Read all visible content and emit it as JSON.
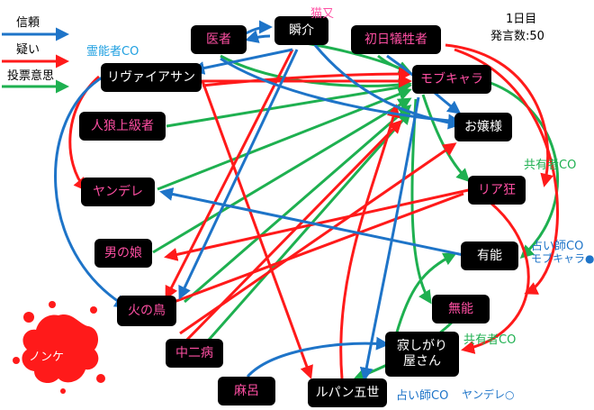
{
  "colors": {
    "trust": "#1e74c8",
    "doubt": "#ff1a1a",
    "vote": "#1eb050",
    "pink": "#ff4fa3",
    "white": "#ffffff",
    "splat": "#ff1a1a"
  },
  "legend": {
    "trust": "信頼",
    "doubt": "疑い",
    "vote": "投票意思"
  },
  "info": {
    "day": "1日目",
    "posts": "発言数:50"
  },
  "dead": {
    "label": "ノンケ"
  },
  "nodes": {
    "isha": "医者",
    "shunsuke": "瞬介",
    "shonichi": "初日犠牲者",
    "rivaiasan": "リヴァイアサン",
    "mobu": "モブキャラ",
    "jinro": "人狼上級者",
    "ojou": "お嬢様",
    "yandere": "ヤンデレ",
    "riakyo": "リア狂",
    "otokonoko": "男の娘",
    "yuunou": "有能",
    "hinotori": "火の鳥",
    "munou": "無能",
    "chuuni": "中二病",
    "sabishi": "寂しがり\n屋さん",
    "maro": "麻呂",
    "rupan": "ルパン五世"
  },
  "tags": {
    "nekomata": "猫又",
    "reinou": "霊能者CO",
    "kyoyuu1": "共有者CO",
    "uranai1": "占い師CO",
    "uranai1_sub": "モブキャラ●",
    "kyoyuu2": "共有者CO",
    "uranai2": "占い師CO",
    "uranai2_sub": "ヤンデレ○"
  }
}
